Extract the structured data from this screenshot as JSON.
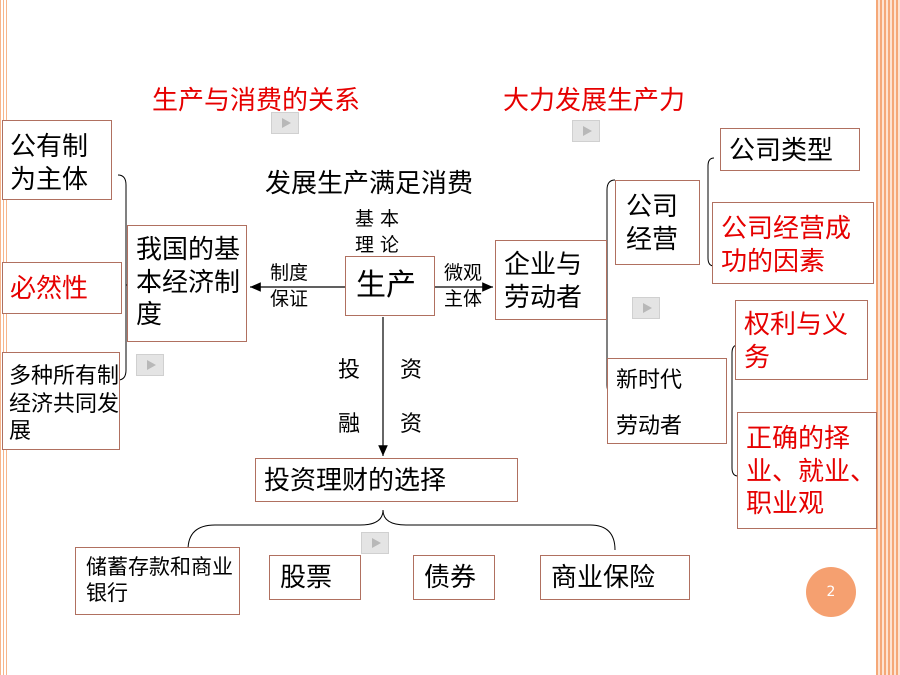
{
  "titles": {
    "relation": "生产与消费的关系",
    "develop": "大力发展生产力"
  },
  "center_text": "发展生产满足消费",
  "basic_theory": [
    "基 本",
    "理 论"
  ],
  "left_boxes": {
    "public_main": "公有制为主体",
    "inevitability": "必然性",
    "multi_own": "多种所有制经济共同发展"
  },
  "basic_system": "我国的基本经济制度",
  "system_guarantee": [
    "制度",
    "保证"
  ],
  "production": "生产",
  "micro_subject": [
    "微观",
    "主体"
  ],
  "enterprise": "企业与劳动者",
  "company_ops": "公司经营",
  "company_types": "公司类型",
  "success_factors": "公司经营成功的因素",
  "new_era_workers": [
    "新时代",
    "劳动者"
  ],
  "rights_duties": "权利与义务",
  "career_view": "正确的择业、就业、职业观",
  "invest_label": [
    "投",
    "资"
  ],
  "finance_label": [
    "融",
    "资"
  ],
  "investment_choice": "投资理财的选择",
  "bottom_boxes": {
    "savings": "储蓄存款和商业银行",
    "stocks": "股票",
    "bonds": "债券",
    "insurance": "商业保险"
  },
  "page_number": "2",
  "colors": {
    "red": "#e60000",
    "box_border": "#b07060",
    "page_badge": "#f5a070"
  }
}
